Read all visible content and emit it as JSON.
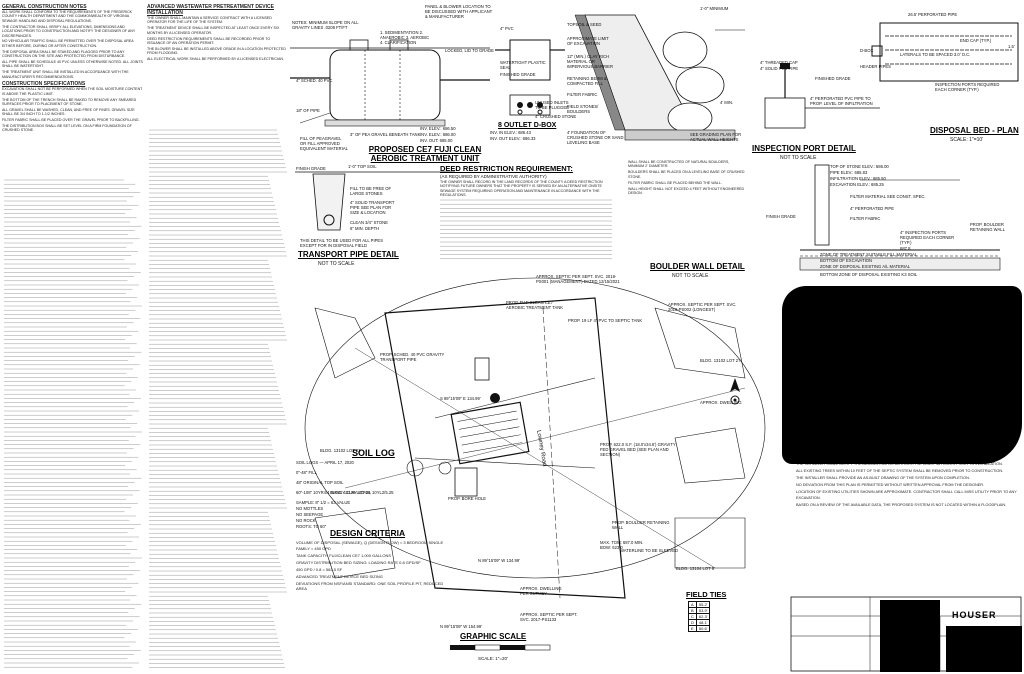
{
  "notes": {
    "col1_header": "GENERAL CONSTRUCTION NOTES",
    "col1_paragraphs": [
      "ALL WORK SHALL CONFORM TO THE REQUIREMENTS OF THE FREDERICK COUNTY HEALTH DEPARTMENT AND THE COMMONWEALTH OF VIRGINIA SEWAGE HANDLING AND DISPOSAL REGULATIONS.",
      "THE CONTRACTOR SHALL VERIFY ALL ELEVATIONS, DIMENSIONS AND LOCATIONS PRIOR TO CONSTRUCTION AND NOTIFY THE DESIGNER OF ANY DISCREPANCIES.",
      "NO VEHICULAR TRAFFIC SHALL BE PERMITTED OVER THE DISPOSAL AREA EITHER BEFORE, DURING OR AFTER CONSTRUCTION.",
      "THE DISPOSAL AREA SHALL BE STAKED AND FLAGGED PRIOR TO ANY CONSTRUCTION ON THE SITE AND PROTECTED FROM DISTURBANCE.",
      "ALL PIPE SHALL BE SCHEDULE 40 PVC UNLESS OTHERWISE NOTED. ALL JOINTS SHALL BE WATERTIGHT.",
      "THE TREATMENT UNIT SHALL BE INSTALLED IN ACCORDANCE WITH THE MANUFACTURER'S RECOMMENDATIONS."
    ],
    "col1_header2": "CONSTRUCTION SPECIFICATIONS",
    "col1_paragraphs2": [
      "EXCAVATION SHALL NOT BE PERFORMED WHEN THE SOIL MOISTURE CONTENT IS ABOVE THE PLASTIC LIMIT.",
      "THE BOTTOM OF THE TRENCH SHALL BE RAKED TO REMOVE ANY SMEARED SURFACES PRIOR TO PLACEMENT OF STONE.",
      "ALL GRAVEL SHALL BE WASHED, CLEAN, AND FREE OF FINES. GRAVEL SIZE SHALL BE 3/4 INCH TO 1-1/2 INCHES.",
      "FILTER FABRIC SHALL BE PLACED OVER THE GRAVEL PRIOR TO BACKFILLING.",
      "THE DISTRIBUTION BOX SHALL BE SET LEVEL ON A FIRM FOUNDATION OF CRUSHED STONE."
    ],
    "col2_header": "ADVANCED WASTEWATER PRETREATMENT DEVICE INSTALLATION",
    "col2_paragraphs": [
      "THE OWNER SHALL MAINTAIN A SERVICE CONTRACT WITH A LICENSED OPERATOR FOR THE LIFE OF THE SYSTEM.",
      "THE TREATMENT DEVICE SHALL BE INSPECTED AT LEAST ONCE EVERY SIX MONTHS BY A LICENSED OPERATOR.",
      "DEED RESTRICTION REQUIREMENTS SHALL BE RECORDED PRIOR TO ISSUANCE OF AN OPERATION PERMIT.",
      "THE BLOWER SHALL BE INSTALLED ABOVE GRADE IN A LOCATION PROTECTED FROM FLOODING.",
      "ALL ELECTRICAL WORK SHALL BE PERFORMED BY A LICENSED ELECTRICIAN."
    ]
  },
  "tank": {
    "title": "PROPOSED CE7 FUJI CLEAN AEROBIC TREATMENT UNIT",
    "labels": [
      "NOTES: MINIMUM SLOPE ON ALL GRAVITY LINES .0208 FT/FT",
      "PANEL & BLOWER LOCATION TO BE DISCUSSED WITH APPLICANT & MANUFACTURER",
      "1. SEDIMENTATION 2. ANAEROBIC 3. AEROBIC 4. CLARIFICATION",
      "LOCKED, LID TO GRADE",
      "4\" SCHED. 40 PVC",
      "18\" OF PIPE",
      "3\" OF PEA GRAVEL BENEATH TANK",
      "INV. ELEV.: 686.50",
      "INV. ELEV.: 686.00",
      "INV. OUT: 685.00",
      "FILL OF PEAGRAVEL OR FILL APPROVED EQUIVALENT MATERIAL"
    ]
  },
  "dbox": {
    "title": "8 OUTLET D-BOX",
    "labels": [
      "4\" PVC",
      "WATERTIGHT PLASTIC SEAL",
      "FINISHED GRADE",
      "UNUSED INLETS TO BE PLUGGED",
      "4\" CRUSHED STONE",
      "INV. IN ELEV.: 686.43",
      "INV. OUT ELEV.: 686.33"
    ]
  },
  "trench": {
    "labels": [
      "TOPSOIL & SEED",
      "APPROXIMATE LIMIT OF EXCAVATION",
      "12\" (MIN.) CLAY RICH MATERIAL OR IMPERVIOUS BARRIER",
      "RETAINING BERM & COMPACTED FILL",
      "FILTER FABRIC",
      "FIELD STONES/ BOULDERS",
      "4' FOUNDATION OF CRUSHED STONE OR SAND LEVELING BASE",
      "SEE GRADING PLAN FOR ACTUAL WALL HEIGHTS",
      "4' MIN.",
      "1'-0\" MINIMUM"
    ]
  },
  "boulder": {
    "title": "BOULDER WALL DETAIL",
    "scale": "NOT TO SCALE",
    "notes": [
      "WALL SHALL BE CONSTRUCTED OF NATURAL BOULDERS, MINIMUM 2' DIAMETER.",
      "BOULDERS SHALL BE PLACED ON A LEVELING BASE OF CRUSHED STONE.",
      "FILTER FABRIC SHALL BE PLACED BEHIND THE WALL.",
      "WALL HEIGHT SHALL NOT EXCEED 4 FEET WITHOUT ENGINEERED DESIGN."
    ]
  },
  "bed": {
    "title": "DISPOSAL BED - PLAN",
    "scale": "SCALE: 1\"=10'",
    "labels": [
      "26.5' PERFORATED PIPE",
      "END CAP (TYP.)",
      "LATERALS TO BE SPACED 3.0' O.C.",
      "D-BOX",
      "4\" THREADED CAP",
      "4\" SOLID PVC PIPE",
      "FINISHED GRADE",
      "HEADER PIPES",
      "4\" PERFORATED PVC PIPE TO PROP. LEVEL OF INFILTRATION",
      "INSPECTION PORTS REQUIRED EACH CORNER (TYP.)",
      "1.5'"
    ]
  },
  "port": {
    "title": "INSPECTION PORT DETAIL",
    "scale": "NOT TO SCALE",
    "labels": [
      "TOP OF STONE ELEV.: 686.00",
      "PIPE ELEV.: 685.83",
      "INFILTRATION ELEV.: 685.50",
      "EXCAVATION ELEV.: 685.25",
      "FILTER MATERIAL SEE CONST. SPEC.",
      "4\" PERFORATED PIPE",
      "FILTER FABRIC",
      "FINISH GRADE",
      "4\" INSPECTION PORTS REQUIRED EACH CORNER (TYP.)",
      "PROP. BOULDER RETAINING WALL",
      "ZONE OF TREATMENT SUITABLE FILL MATERIAL",
      "BOTTOM OF EXCAVATION",
      "ZONE OF DISPOSAL EXISTING A/L MATERIAL",
      "BOTTOM ZONE OF DISPOSAL EXISTING K3 SOIL",
      "687.8"
    ]
  },
  "pipe": {
    "title": "TRANSPORT PIPE DETAIL",
    "scale": "NOT TO SCALE",
    "labels": [
      "FINISH GRADE",
      "1'-0\" TOP SOIL",
      "FILL TO BE FREE OF LARGE STONES",
      "4\" SOLID TRANSPORT PIPE SEE PLAN FOR SIZE & LOCATION",
      "CLEAN 3/4\" STONE",
      "6\" MIN. DEPTH"
    ],
    "note": "THIS DETAIL TO BE USED FOR ALL PIPES EXCEPT FOR IN DISPOSAL FIELD"
  },
  "deed": {
    "title": "DEED RESTRICTION REQUIREMENT:",
    "subtitle": "(AS REQUIRED BY ADMINISTRATIVE AUTHORITY)",
    "text": "THE OWNER SHALL RECORD IN THE LAND RECORDS OF THE COUNTY A DEED RESTRICTION NOTIFYING FUTURE OWNERS THAT THE PROPERTY IS SERVED BY AN ALTERNATIVE ONSITE SEWAGE SYSTEM REQUIRING OPERATION AND MAINTENANCE IN ACCORDANCE WITH THE REGULATIONS."
  },
  "soil": {
    "title": "SOIL LOG",
    "subtitle": "SOIL LOGS — APRIL 17, 2020",
    "rows": [
      "0\"-48\"  FILL",
      "48\"  ORIGINAL TOP SOIL",
      "60\"-108\"  10YR4/4 SANDY CLAY LOAM, 10YL2/5.25",
      "SAMPLE:  8\"  1/2 = 63 VALUE",
      "NO MOTTLES",
      "NO SEEPAGE",
      "NO ROCK",
      "ROOTS:  TO 60\""
    ]
  },
  "design": {
    "title": "DESIGN CRITERIA",
    "lines": [
      "VOLUME OF DISPOSAL (SEWAGE), Q (DESIGN FLOW) = 3 BEDROOM SINGLE FAMILY = 450 GPD",
      "TANK CAPACITY: FUJICLEAN CE7 1,000 GALLONS",
      "GRAVITY DISTRIBUTION BED SIZING: LOADING RATE 0.8 GPD/SF",
      "450 GPD / 0.8 = 562.5 SF",
      "ADVANCED TREATMENT DEVICE BED SIZING",
      "DEVIATIONS FROM NSF/ANSI STANDARD: ONE SOIL PROFILE PIT, REDUCED AREA"
    ]
  },
  "graphic_scale": {
    "title": "GRAPHIC SCALE",
    "scale": "SCALE: 1\"=20'"
  },
  "field_ties": {
    "title": "FIELD TIES",
    "rows": [
      [
        "A",
        "55.2'"
      ],
      [
        "B",
        "53.9'"
      ],
      [
        "C",
        "62.3'"
      ],
      [
        "D",
        "48.1'"
      ],
      [
        "E",
        "50.6'"
      ]
    ]
  },
  "plan": {
    "road": "Lowney Road",
    "labels": [
      "APPROX. SEPTIC PER SEPT. SVC. 2018-PS001 (MANAGEMENT) DATED 12/15/2021",
      "APPROX. SEPTIC PER SEPT. SVC. 2018-PS002 (LONGEST)",
      "PROP. 19 LF 4\" PVC TO SEPTIC TANK",
      "PROP. FUJI CLEAN CE7 AEROBIC TREATMENT TANK",
      "PROP. SCHED. 40 PVC GRAVITY TRANSPORT PIPE",
      "PROP. 622.0 S.F. (18.0'x34.6') GRAVITY FED GRAVEL BED (SEE PLAN AND SECTION)",
      "PROP. BOULDER RETAINING WALL",
      "WATERLINE TO BE SLEEVED",
      "APPROX. DWELLING PER SURVEY",
      "APPROX. SEPTIC PER SEPT. SVC. 2017-PS1133",
      "BLDG. 13102 LOT 27",
      "BLDG. 13104 LOT 8",
      "BLDG. 13102 LOT 23",
      "BLDG. 13106 LOT 25",
      "N 89°15'09\" W 134.99'",
      "S 89°15'09\" E 134.99'",
      "N 89°15'09\" W 154.99'",
      "PROP. BORE HOLE",
      "MAX. TOM: 687.0 MIN. BOW: 623.0",
      "APPROX. DWELLING"
    ]
  },
  "right_notes": {
    "paragraphs": [
      "THE INSTALLER SHALL NOTIFY THE ADMINISTRATIVE AUTHORITY AT LEAST 48 HOURS PRIOR TO INSTALLATION.",
      "ALL EXISTING TREES WITHIN 10 FEET OF THE SEPTIC SYSTEM SHALL BE REMOVED PRIOR TO CONSTRUCTION.",
      "THE INSTALLER SHALL PROVIDE AN AS-BUILT DRAWING OF THE SYSTEM UPON COMPLETION.",
      "NO DEVIATION FROM THIS PLAN IS PERMITTED WITHOUT WRITTEN APPROVAL FROM THE DESIGNER.",
      "LOCATION OF EXISTING UTILITIES SHOWN ARE APPROXIMATE. CONTRACTOR SHALL CALL MISS UTILITY PRIOR TO ANY EXCAVATION.",
      "BASED ON A REVIEW OF THE AVAILABLE DATA, THE PROPOSED SYSTEM IS NOT LOCATED WITHIN A FLOODPLAIN."
    ],
    "block_label": "HOUSER"
  },
  "colors": {
    "ink": "#111111",
    "paper": "#ffffff",
    "redaction": "#000000"
  }
}
